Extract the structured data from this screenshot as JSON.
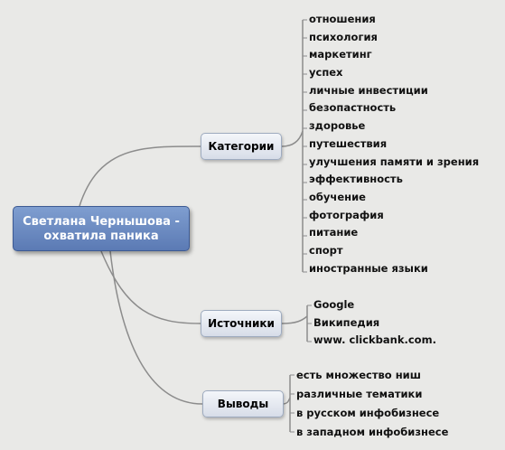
{
  "central": {
    "label": "Светлана Чернышова - охватила паника"
  },
  "branches": [
    {
      "label": "Категории",
      "items": [
        "отношения",
        "психология",
        "маркетинг",
        "успех",
        "личные инвестиции",
        "безопастность",
        "здоровье",
        "путешествия",
        "улучшения памяти и зрения",
        "эффективность",
        "обучение",
        "фотография",
        "питание",
        "спорт",
        "иностранные языки"
      ]
    },
    {
      "label": "Источники",
      "items": [
        "Google",
        "Википедия",
        "www. clickbank.com."
      ]
    },
    {
      "label": "Выводы",
      "items": [
        "есть множество ниш",
        "различные тематики",
        "в русском инфобизнесе",
        "в западном инфобизнесе"
      ]
    }
  ],
  "colors": {
    "central": "#6886c0",
    "branch": "#e3e7ee",
    "line": "#8c8c8c",
    "background": "#e9e9e7"
  }
}
